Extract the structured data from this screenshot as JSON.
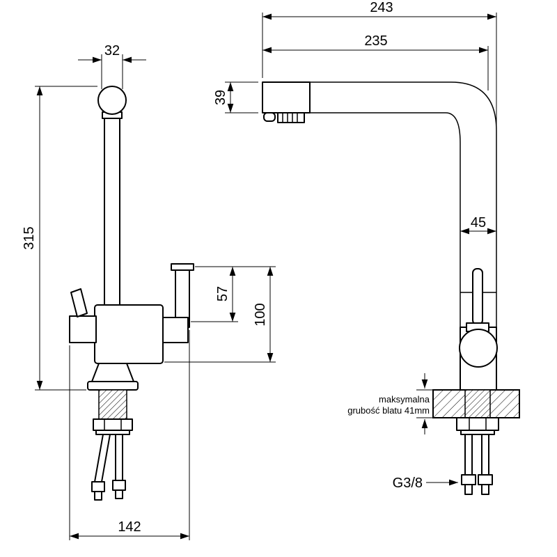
{
  "front_view": {
    "dim_spout_width": "32",
    "dim_total_height": "315",
    "dim_overall_width": "142",
    "dim_filter_spout": "57",
    "dim_filter_drop": "100"
  },
  "side_view": {
    "dim_total_depth": "243",
    "dim_spout_reach": "235",
    "dim_spout_tip": "39",
    "dim_column": "45",
    "note_line1": "maksymalna",
    "note_line2": "grubość blatu 41mm",
    "thread_label": "G3/8"
  }
}
